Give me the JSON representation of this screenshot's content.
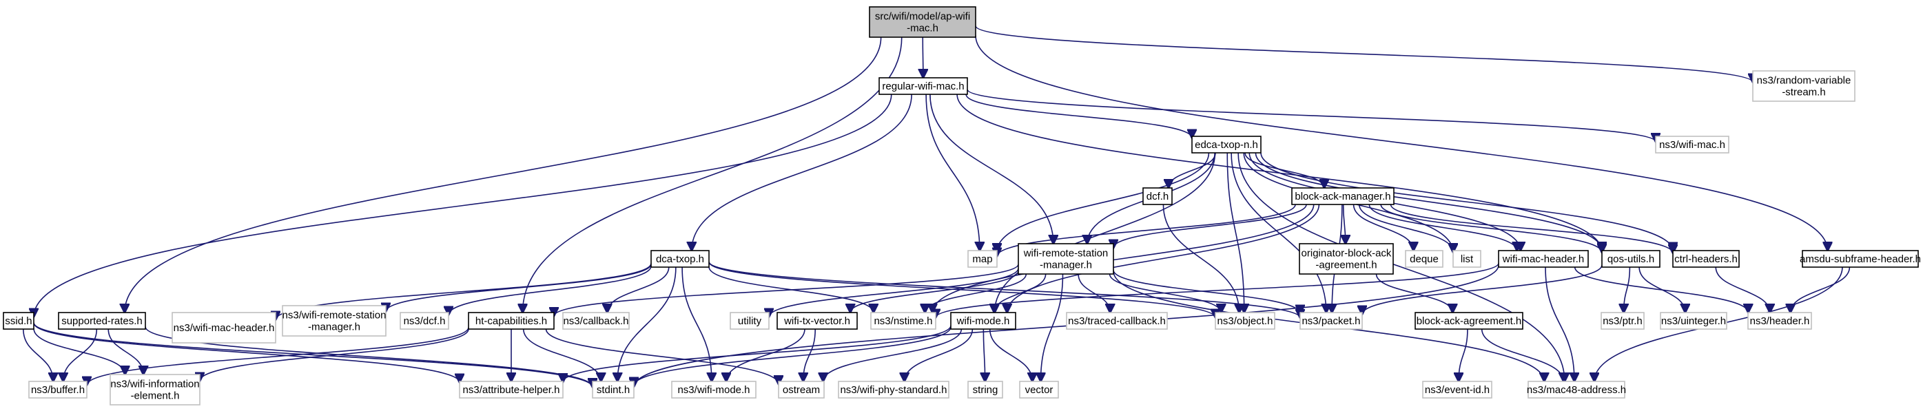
{
  "diagram": {
    "title": "",
    "colors": {
      "root_fill": "#bfbfbf",
      "node_border": "#000000",
      "external_border": "#bfbfbf",
      "edge": "#191970",
      "background": "#ffffff"
    },
    "nodes": [
      {
        "id": "ap-wifi-mac",
        "lines": [
          "src/wifi/model/ap-wifi",
          "-mac.h"
        ],
        "kind": "root"
      },
      {
        "id": "regular-wifi-mac",
        "lines": [
          "regular-wifi-mac.h"
        ],
        "kind": "local"
      },
      {
        "id": "random-variable-stream",
        "lines": [
          "ns3/random-variable",
          "-stream.h"
        ],
        "kind": "external"
      },
      {
        "id": "edca-txop-n",
        "lines": [
          "edca-txop-n.h"
        ],
        "kind": "local"
      },
      {
        "id": "ns3-wifi-mac",
        "lines": [
          "ns3/wifi-mac.h"
        ],
        "kind": "external"
      },
      {
        "id": "dcf",
        "lines": [
          "dcf.h"
        ],
        "kind": "local"
      },
      {
        "id": "block-ack-manager",
        "lines": [
          "block-ack-manager.h"
        ],
        "kind": "local"
      },
      {
        "id": "map",
        "lines": [
          "map"
        ],
        "kind": "external"
      },
      {
        "id": "wifi-remote-station-manager",
        "lines": [
          "wifi-remote-station",
          "-manager.h"
        ],
        "kind": "local"
      },
      {
        "id": "originator-block-ack-agreement",
        "lines": [
          "originator-block-ack",
          "-agreement.h"
        ],
        "kind": "local"
      },
      {
        "id": "deque",
        "lines": [
          "deque"
        ],
        "kind": "external"
      },
      {
        "id": "list",
        "lines": [
          "list"
        ],
        "kind": "external"
      },
      {
        "id": "wifi-mac-header",
        "lines": [
          "wifi-mac-header.h"
        ],
        "kind": "local"
      },
      {
        "id": "qos-utils",
        "lines": [
          "qos-utils.h"
        ],
        "kind": "local"
      },
      {
        "id": "ctrl-headers",
        "lines": [
          "ctrl-headers.h"
        ],
        "kind": "local"
      },
      {
        "id": "amsdu-subframe-header",
        "lines": [
          "amsdu-subframe-header.h"
        ],
        "kind": "local"
      },
      {
        "id": "dca-txop",
        "lines": [
          "dca-txop.h"
        ],
        "kind": "local"
      },
      {
        "id": "ns3-wifi-mac-header",
        "lines": [
          "ns3/wifi-mac-header.h"
        ],
        "kind": "external"
      },
      {
        "id": "ns3-wifi-remote-station-manager",
        "lines": [
          "ns3/wifi-remote-station",
          "-manager.h"
        ],
        "kind": "external"
      },
      {
        "id": "ns3-dcf",
        "lines": [
          "ns3/dcf.h"
        ],
        "kind": "external"
      },
      {
        "id": "ns3-callback",
        "lines": [
          "ns3/callback.h"
        ],
        "kind": "external"
      },
      {
        "id": "ssid",
        "lines": [
          "ssid.h"
        ],
        "kind": "local"
      },
      {
        "id": "supported-rates",
        "lines": [
          "supported-rates.h"
        ],
        "kind": "local"
      },
      {
        "id": "ht-capabilities",
        "lines": [
          "ht-capabilities.h"
        ],
        "kind": "local"
      },
      {
        "id": "ns3-nstime",
        "lines": [
          "ns3/nstime.h"
        ],
        "kind": "external"
      },
      {
        "id": "utility",
        "lines": [
          "utility"
        ],
        "kind": "external"
      },
      {
        "id": "wifi-tx-vector",
        "lines": [
          "wifi-tx-vector.h"
        ],
        "kind": "local"
      },
      {
        "id": "wifi-mode",
        "lines": [
          "wifi-mode.h"
        ],
        "kind": "local"
      },
      {
        "id": "ns3-traced-callback",
        "lines": [
          "ns3/traced-callback.h"
        ],
        "kind": "external"
      },
      {
        "id": "ns3-object",
        "lines": [
          "ns3/object.h"
        ],
        "kind": "external"
      },
      {
        "id": "ns3-packet",
        "lines": [
          "ns3/packet.h"
        ],
        "kind": "external"
      },
      {
        "id": "block-ack-agreement",
        "lines": [
          "block-ack-agreement.h"
        ],
        "kind": "local"
      },
      {
        "id": "ns3-ptr",
        "lines": [
          "ns3/ptr.h"
        ],
        "kind": "external"
      },
      {
        "id": "ns3-uinteger",
        "lines": [
          "ns3/uinteger.h"
        ],
        "kind": "external"
      },
      {
        "id": "ns3-header",
        "lines": [
          "ns3/header.h"
        ],
        "kind": "external"
      },
      {
        "id": "ns3-buffer",
        "lines": [
          "ns3/buffer.h"
        ],
        "kind": "external"
      },
      {
        "id": "ns3-wifi-information-element",
        "lines": [
          "ns3/wifi-information",
          "-element.h"
        ],
        "kind": "external"
      },
      {
        "id": "ns3-attribute-helper",
        "lines": [
          "ns3/attribute-helper.h"
        ],
        "kind": "external"
      },
      {
        "id": "stdint",
        "lines": [
          "stdint.h"
        ],
        "kind": "external"
      },
      {
        "id": "ostream",
        "lines": [
          "ostream"
        ],
        "kind": "external"
      },
      {
        "id": "ns3-wifi-mode",
        "lines": [
          "ns3/wifi-mode.h"
        ],
        "kind": "external"
      },
      {
        "id": "ns3-wifi-phy-standard",
        "lines": [
          "ns3/wifi-phy-standard.h"
        ],
        "kind": "external"
      },
      {
        "id": "string",
        "lines": [
          "string"
        ],
        "kind": "external"
      },
      {
        "id": "vector",
        "lines": [
          "vector"
        ],
        "kind": "external"
      },
      {
        "id": "ns3-event-id",
        "lines": [
          "ns3/event-id.h"
        ],
        "kind": "external"
      },
      {
        "id": "ns3-mac48-address",
        "lines": [
          "ns3/mac48-address.h"
        ],
        "kind": "external"
      }
    ],
    "edges": [
      [
        "ap-wifi-mac",
        "regular-wifi-mac"
      ],
      [
        "ap-wifi-mac",
        "random-variable-stream"
      ],
      [
        "ap-wifi-mac",
        "amsdu-subframe-header"
      ],
      [
        "ap-wifi-mac",
        "supported-rates"
      ],
      [
        "ap-wifi-mac",
        "ht-capabilities"
      ],
      [
        "regular-wifi-mac",
        "edca-txop-n"
      ],
      [
        "regular-wifi-mac",
        "ns3-wifi-mac"
      ],
      [
        "regular-wifi-mac",
        "map"
      ],
      [
        "regular-wifi-mac",
        "wifi-remote-station-manager"
      ],
      [
        "regular-wifi-mac",
        "dca-txop"
      ],
      [
        "regular-wifi-mac",
        "ssid"
      ],
      [
        "regular-wifi-mac",
        "qos-utils"
      ],
      [
        "edca-txop-n",
        "dcf"
      ],
      [
        "edca-txop-n",
        "block-ack-manager"
      ],
      [
        "edca-txop-n",
        "map"
      ],
      [
        "edca-txop-n",
        "wifi-remote-station-manager"
      ],
      [
        "edca-txop-n",
        "list"
      ],
      [
        "edca-txop-n",
        "wifi-mac-header"
      ],
      [
        "edca-txop-n",
        "qos-utils"
      ],
      [
        "edca-txop-n",
        "ctrl-headers"
      ],
      [
        "edca-txop-n",
        "wifi-mode"
      ],
      [
        "edca-txop-n",
        "ns3-object"
      ],
      [
        "edca-txop-n",
        "ns3-packet"
      ],
      [
        "edca-txop-n",
        "ns3-mac48-address"
      ],
      [
        "dcf",
        "ns3-object"
      ],
      [
        "block-ack-manager",
        "map"
      ],
      [
        "block-ack-manager",
        "originator-block-ack-agreement"
      ],
      [
        "block-ack-manager",
        "deque"
      ],
      [
        "block-ack-manager",
        "list"
      ],
      [
        "block-ack-manager",
        "wifi-mac-header"
      ],
      [
        "block-ack-manager",
        "qos-utils"
      ],
      [
        "block-ack-manager",
        "ctrl-headers"
      ],
      [
        "block-ack-manager",
        "wifi-remote-station-manager"
      ],
      [
        "block-ack-manager",
        "wifi-mode"
      ],
      [
        "block-ack-manager",
        "ns3-packet"
      ],
      [
        "block-ack-manager",
        "ns3-nstime"
      ],
      [
        "wifi-remote-station-manager",
        "utility"
      ],
      [
        "wifi-remote-station-manager",
        "wifi-tx-vector"
      ],
      [
        "wifi-remote-station-manager",
        "wifi-mode"
      ],
      [
        "wifi-remote-station-manager",
        "ns3-traced-callback"
      ],
      [
        "wifi-remote-station-manager",
        "ns3-object"
      ],
      [
        "wifi-remote-station-manager",
        "ns3-packet"
      ],
      [
        "wifi-remote-station-manager",
        "ns3-nstime"
      ],
      [
        "wifi-remote-station-manager",
        "ht-capabilities"
      ],
      [
        "wifi-remote-station-manager",
        "vector"
      ],
      [
        "wifi-remote-station-manager",
        "ns3-mac48-address"
      ],
      [
        "originator-block-ack-agreement",
        "block-ack-agreement"
      ],
      [
        "wifi-mac-header",
        "ns3-nstime"
      ],
      [
        "wifi-mac-header",
        "ns3-header"
      ],
      [
        "wifi-mac-header",
        "ns3-mac48-address"
      ],
      [
        "wifi-mac-header",
        "stdint"
      ],
      [
        "qos-utils",
        "ns3-ptr"
      ],
      [
        "qos-utils",
        "ns3-uinteger"
      ],
      [
        "qos-utils",
        "ns3-packet"
      ],
      [
        "ctrl-headers",
        "ns3-header"
      ],
      [
        "amsdu-subframe-header",
        "ns3-header"
      ],
      [
        "amsdu-subframe-header",
        "ns3-mac48-address"
      ],
      [
        "dca-txop",
        "ns3-wifi-mac-header"
      ],
      [
        "dca-txop",
        "ns3-wifi-remote-station-manager"
      ],
      [
        "dca-txop",
        "ns3-dcf"
      ],
      [
        "dca-txop",
        "ns3-callback"
      ],
      [
        "dca-txop",
        "ns3-nstime"
      ],
      [
        "dca-txop",
        "ns3-wifi-mode"
      ],
      [
        "dca-txop",
        "stdint"
      ],
      [
        "dca-txop",
        "ns3-object"
      ],
      [
        "dca-txop",
        "ns3-packet"
      ],
      [
        "ssid",
        "ns3-buffer"
      ],
      [
        "ssid",
        "ns3-wifi-information-element"
      ],
      [
        "ssid",
        "ns3-attribute-helper"
      ],
      [
        "ssid",
        "stdint"
      ],
      [
        "supported-rates",
        "ns3-buffer"
      ],
      [
        "supported-rates",
        "ns3-wifi-information-element"
      ],
      [
        "supported-rates",
        "stdint"
      ],
      [
        "ht-capabilities",
        "ns3-buffer"
      ],
      [
        "ht-capabilities",
        "ns3-wifi-information-element"
      ],
      [
        "ht-capabilities",
        "ns3-attribute-helper"
      ],
      [
        "ht-capabilities",
        "stdint"
      ],
      [
        "ht-capabilities",
        "ostream"
      ],
      [
        "wifi-tx-vector",
        "ns3-wifi-mode"
      ],
      [
        "wifi-tx-vector",
        "ostream"
      ],
      [
        "wifi-mode",
        "stdint"
      ],
      [
        "wifi-mode",
        "ostream"
      ],
      [
        "wifi-mode",
        "ns3-attribute-helper"
      ],
      [
        "wifi-mode",
        "ns3-wifi-phy-standard"
      ],
      [
        "wifi-mode",
        "string"
      ],
      [
        "wifi-mode",
        "vector"
      ],
      [
        "block-ack-agreement",
        "ns3-event-id"
      ],
      [
        "block-ack-agreement",
        "ns3-mac48-address"
      ]
    ]
  }
}
